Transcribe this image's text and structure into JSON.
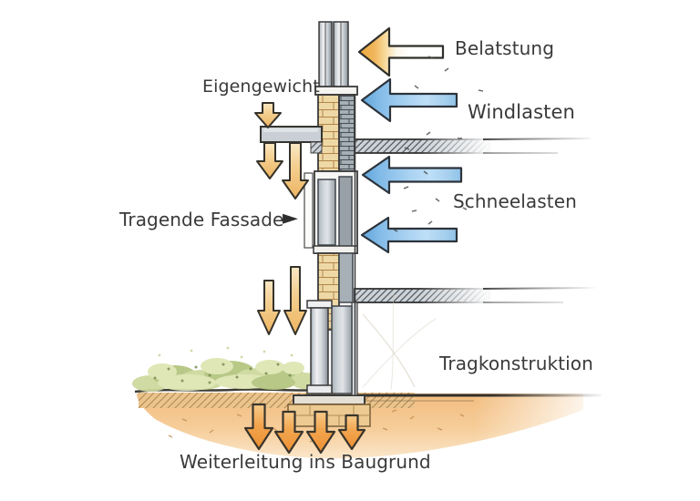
{
  "diagram": {
    "labels": {
      "belastung": "Belatstung",
      "windlasten": "Windlasten",
      "eigengewicht": "Eigengewicht",
      "schneelasten": "Schneelasten",
      "tragende_fassade": "Tragende Fassade",
      "pointer_glyph": "►",
      "tragkonstruktion": "Tragkonstruktion",
      "weiterleitung": "Weiterleitung ins Baugrund"
    },
    "colors": {
      "load_arrow_orange": "#efae4a",
      "pale_arrow_orange": "#f3cc86",
      "ground_arrow_orange": "#f0a04a",
      "wind_arrow_blue": "#8fc2e8",
      "soil_orange": "#f3c084",
      "vegetation_green": "#b8c87e",
      "structure_gray": "#c9cfd5",
      "glass_gray": "#99a1a8",
      "brick_tan": "#eed9a6",
      "brick_gray": "#a6afb6",
      "text": "#3a3a3a"
    }
  }
}
